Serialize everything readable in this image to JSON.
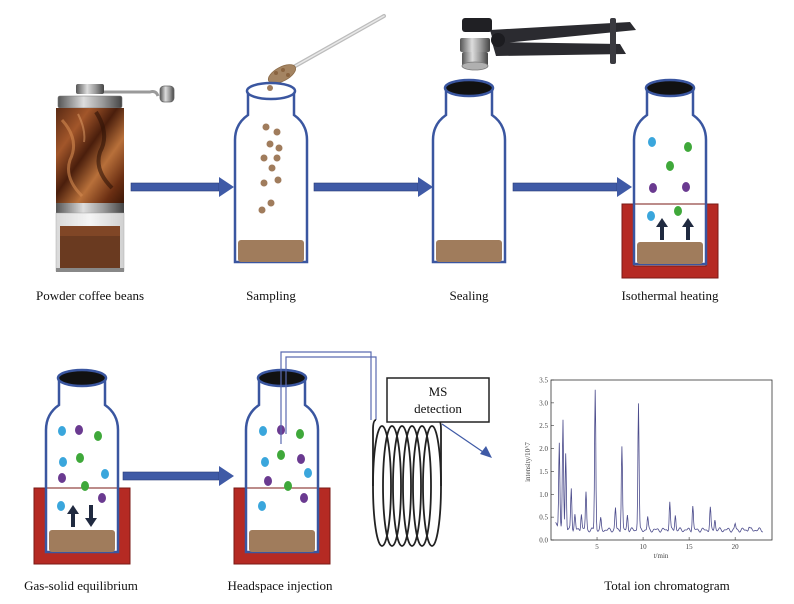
{
  "captions": {
    "grinder": "Powder coffee beans",
    "sampling": "Sampling",
    "sealing": "Sealing",
    "heating": "Isothermal heating",
    "equilibrium": "Gas-solid equilibrium",
    "injection": "Headspace injection",
    "chromatogram": "Total ion chromatogram"
  },
  "ms_box": {
    "line1": "MS",
    "line2": "detection"
  },
  "colors": {
    "arrow": "#3f5aa6",
    "vial_outline": "#3a56a0",
    "powder": "#a07c5c",
    "heater": "#b52a23",
    "molecule_blue": "#3aa6dc",
    "molecule_purple": "#6a3a90",
    "molecule_green": "#3fa83a",
    "trace": "#4c4c8c"
  },
  "icons": [
    "coffee-grinder-icon",
    "spoon-icon",
    "crimper-icon",
    "vial-icon",
    "heater-icon",
    "coil-icon"
  ],
  "chart_data": {
    "type": "line",
    "title": "",
    "xlabel": "t/min",
    "ylabel": "intensity/10^7",
    "xlim": [
      0,
      24
    ],
    "ylim": [
      0,
      3.5
    ],
    "xticks": [
      "5",
      "10",
      "15",
      "20"
    ],
    "yticks": [
      "0.0",
      "0.5",
      "1.0",
      "1.5",
      "2.0",
      "2.5",
      "3.0",
      "3.5"
    ],
    "peaks": [
      {
        "x": 0.9,
        "y": 2.1
      },
      {
        "x": 1.3,
        "y": 2.65
      },
      {
        "x": 1.6,
        "y": 1.9
      },
      {
        "x": 2.2,
        "y": 1.15
      },
      {
        "x": 2.6,
        "y": 0.55
      },
      {
        "x": 3.3,
        "y": 0.6
      },
      {
        "x": 3.8,
        "y": 1.05
      },
      {
        "x": 4.8,
        "y": 3.3
      },
      {
        "x": 5.4,
        "y": 0.45
      },
      {
        "x": 7.0,
        "y": 0.7
      },
      {
        "x": 7.7,
        "y": 2.05
      },
      {
        "x": 8.3,
        "y": 0.55
      },
      {
        "x": 9.5,
        "y": 3.0
      },
      {
        "x": 10.5,
        "y": 0.5
      },
      {
        "x": 12.9,
        "y": 0.85
      },
      {
        "x": 13.5,
        "y": 0.55
      },
      {
        "x": 15.4,
        "y": 0.75
      },
      {
        "x": 17.3,
        "y": 0.7
      },
      {
        "x": 17.8,
        "y": 0.45
      },
      {
        "x": 20.0,
        "y": 0.35
      },
      {
        "x": 21.5,
        "y": 0.3
      }
    ],
    "baseline": 0.22
  }
}
